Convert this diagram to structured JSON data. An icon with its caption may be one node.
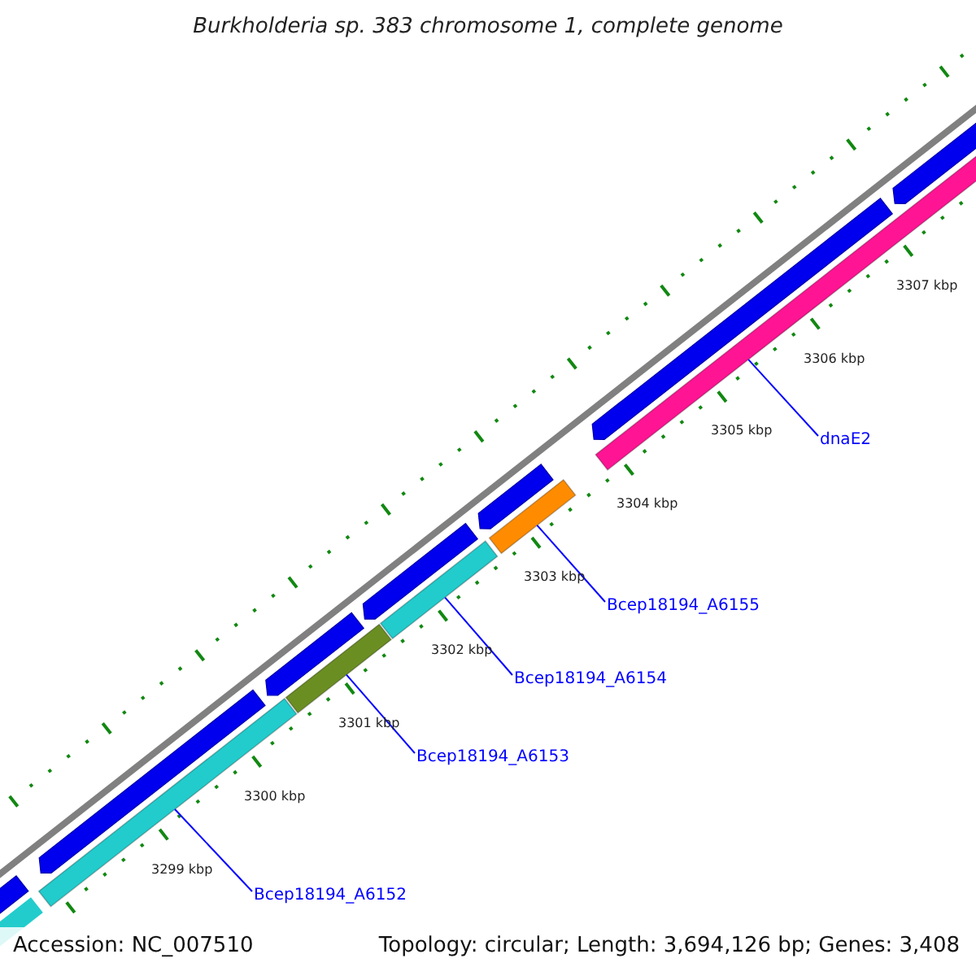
{
  "diagram": {
    "title": "Burkholderia sp. 383 chromosome 1, complete genome",
    "nodes": [
      {
        "text": [
          "dnaE2"
        ]
      },
      {
        "text": [
          "Bcep18194_A6155"
        ]
      },
      {
        "text": [
          "Bcep18194_A6154"
        ]
      },
      {
        "text": [
          "Bcep18194_A6153"
        ]
      },
      {
        "text": [
          "Bcep18194_A6152"
        ]
      },
      {
        "text": [],
        "shape": "bar"
      },
      {
        "text": [],
        "shape": "bar"
      },
      {
        "text": [],
        "shape": "bar"
      },
      {
        "text": [],
        "shape": "bar"
      },
      {
        "text": [],
        "shape": "bar"
      }
    ],
    "edges": [
      {
        "from": 0,
        "to": 5,
        "arrow": "none"
      },
      {
        "from": 1,
        "to": 6,
        "arrow": "none"
      },
      {
        "from": 2,
        "to": 7,
        "arrow": "none"
      },
      {
        "from": 3,
        "to": 8,
        "arrow": "none"
      },
      {
        "from": 4,
        "to": 9,
        "arrow": "none"
      }
    ],
    "labels": [
      "3307 kbp",
      "3306 kbp",
      "3305 kbp",
      "3304 kbp",
      "3303 kbp",
      "3302 kbp",
      "3301 kbp",
      "3300 kbp",
      "3299 kbp",
      "Accession: NC_007510",
      "Topology: circular; Length: 3,694,126 bp; Genes: 3,408"
    ]
  }
}
